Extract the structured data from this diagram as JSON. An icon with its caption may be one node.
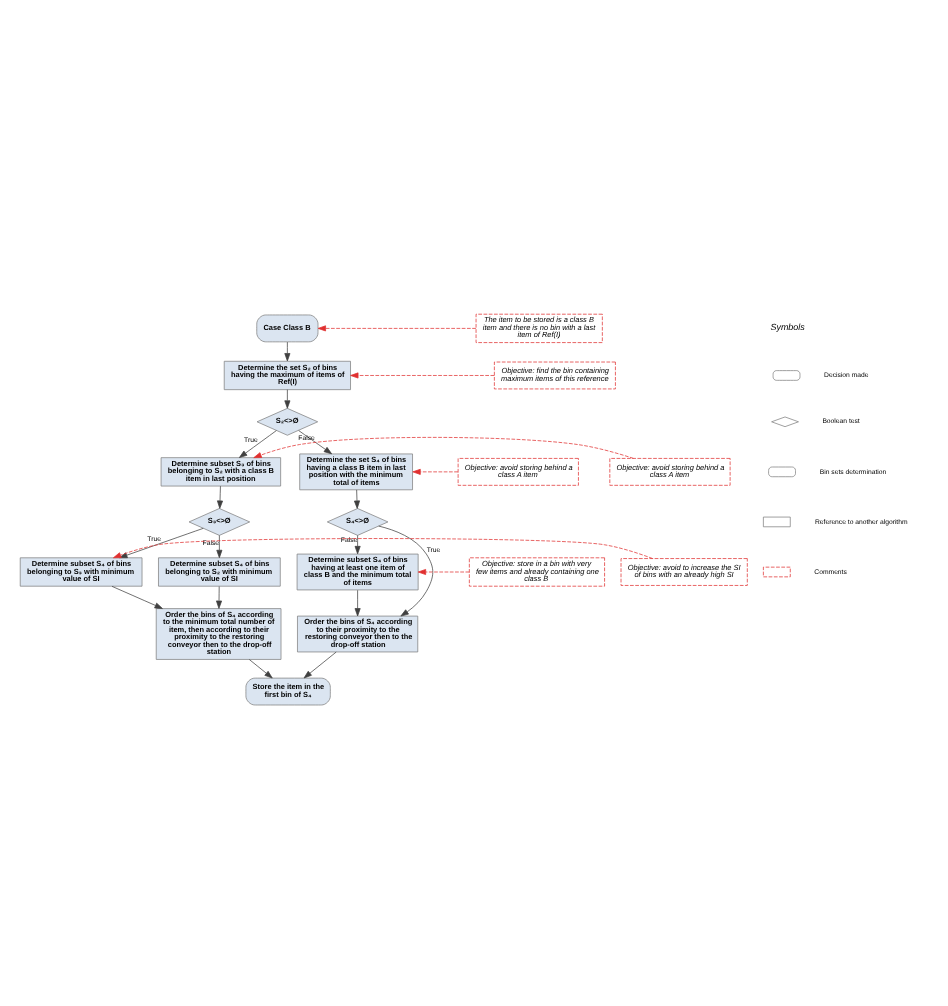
{
  "diagram": {
    "nodes": [
      {
        "text": [
          "Case Class B"
        ]
      },
      {
        "text": [
          "The item to be stored is a class B item and there is no bin with a last item of Ref(I)"
        ]
      },
      {
        "text": [
          "Determine the set S₂ of bins having the maximum of items of Ref(I)"
        ]
      },
      {
        "text": [
          "Objective: find the bin containing maximum items of this reference"
        ]
      },
      {
        "text": [
          "S₂<>Ø"
        ]
      },
      {
        "text": [
          "Determine subset S₃ of bins belonging to S₂ with a class B item in last position"
        ]
      },
      {
        "text": [
          "Objective: avoid storing behind a class A item"
        ]
      },
      {
        "text": [
          "Determine the set S₄ of bins having a class B item in last position with the minimum total of items"
        ]
      },
      {
        "text": [
          "Objective: avoid storing behind a class A item"
        ]
      },
      {
        "text": [
          "S₃<>Ø"
        ]
      },
      {
        "text": [
          "S₄<>Ø"
        ]
      },
      {
        "text": [
          "Objective: avoid to increase the SI of bins with an already high SI"
        ]
      },
      {
        "text": [
          "Determine subset S₄ of bins belonging to S₃ with minimum value of SI"
        ]
      },
      {
        "text": [
          "Determine subset S₄ of bins belonging to S₂ with minimum value of SI"
        ]
      },
      {
        "text": [
          "Determine subset S₄ of bins having at least one item of class B and the minimum total of items"
        ]
      },
      {
        "text": [
          "Objective: store in a bin with very few items and already containing one class B"
        ]
      },
      {
        "text": [
          "Order the bins of S₄ according to the minimum total number of item, then according to their proximity to the restoring conveyor then to the drop-off station"
        ]
      },
      {
        "text": [
          "Order the bins of S₄ according to their proximity to the restoring conveyor then to the drop-off station"
        ]
      },
      {
        "text": [
          "Store the item in the first bin of S₄"
        ]
      }
    ],
    "edges": [
      {
        "from": 1,
        "to": 0,
        "arrow": "to",
        "style": "dashed",
        "color": "#e03030"
      },
      {
        "from": 0,
        "to": 2,
        "arrow": "to"
      },
      {
        "from": 3,
        "to": 2,
        "arrow": "to",
        "style": "dashed",
        "color": "#e03030"
      },
      {
        "from": 2,
        "to": 4,
        "arrow": "to"
      },
      {
        "from": 4,
        "to": 5,
        "arrow": "to",
        "label": "True"
      },
      {
        "from": 4,
        "to": 7,
        "arrow": "to",
        "label": "False"
      },
      {
        "from": 6,
        "to": 5,
        "arrow": "to",
        "style": "dashed",
        "color": "#e03030"
      },
      {
        "from": 8,
        "to": 7,
        "arrow": "to",
        "style": "dashed",
        "color": "#e03030"
      },
      {
        "from": 5,
        "to": 9,
        "arrow": "to"
      },
      {
        "from": 7,
        "to": 10,
        "arrow": "to"
      },
      {
        "from": 9,
        "to": 12,
        "arrow": "to",
        "label": "True"
      },
      {
        "from": 9,
        "to": 13,
        "arrow": "to",
        "label": "False"
      },
      {
        "from": 11,
        "to": 12,
        "arrow": "to",
        "style": "dashed",
        "color": "#e03030"
      },
      {
        "from": 10,
        "to": 17,
        "arrow": "to",
        "label": "True"
      },
      {
        "from": 10,
        "to": 14,
        "arrow": "to",
        "label": "False"
      },
      {
        "from": 15,
        "to": 14,
        "arrow": "to",
        "style": "dashed",
        "color": "#e03030"
      },
      {
        "from": 14,
        "to": 17,
        "arrow": "to"
      },
      {
        "from": 12,
        "to": 16,
        "arrow": "to"
      },
      {
        "from": 13,
        "to": 16,
        "arrow": "to"
      },
      {
        "from": 17,
        "to": 18,
        "arrow": "to"
      },
      {
        "from": 16,
        "to": 18,
        "arrow": "to"
      }
    ],
    "labels": [
      "Symbols"
    ],
    "legend": [
      {
        "text": "Decision made"
      },
      {
        "text": "Boolean test"
      },
      {
        "text": "Bin sets determination"
      },
      {
        "text": "Reference to another algorithm"
      },
      {
        "text": "Comments"
      }
    ]
  }
}
